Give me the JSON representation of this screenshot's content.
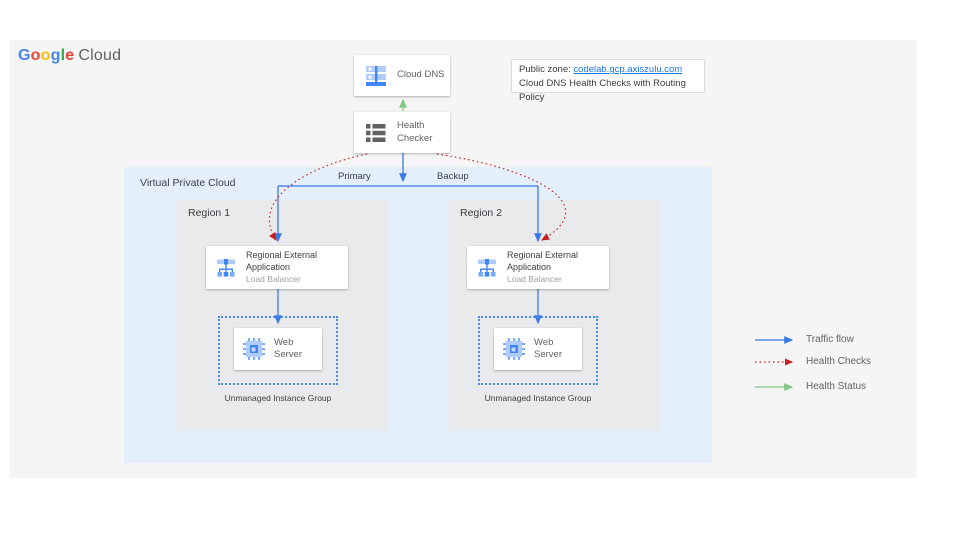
{
  "logo": {
    "google_letters": [
      "G",
      "o",
      "o",
      "g",
      "l",
      "e"
    ],
    "cloud": "Cloud"
  },
  "dns_node": {
    "label": "Cloud DNS"
  },
  "health_checker_node": {
    "label": "Health Checker"
  },
  "public_zone": {
    "prefix": "Public zone: ",
    "link": "codelab.gcp.axiszulu.com",
    "subtitle": "Cloud DNS Health Checks with Routing Policy"
  },
  "vpc": {
    "label": "Virtual Private Cloud"
  },
  "edges": {
    "primary": "Primary",
    "backup": "Backup"
  },
  "regions": [
    {
      "label": "Region 1",
      "load_balancer": {
        "name": "Regional External Application",
        "type": "Load Balancer"
      },
      "server": {
        "name": "Web Server"
      },
      "group": "Unmanaged Instance Group"
    },
    {
      "label": "Region 2",
      "load_balancer": {
        "name": "Regional External Application",
        "type": "Load Balancer"
      },
      "server": {
        "name": "Web Server"
      },
      "group": "Unmanaged Instance Group"
    }
  ],
  "legend": [
    {
      "label": "Traffic flow",
      "style": "solid",
      "color": "#3b78e7"
    },
    {
      "label": "Health Checks",
      "style": "dotted",
      "color": "#c5221f"
    },
    {
      "label": "Health Status",
      "style": "solid",
      "color": "#81c784"
    }
  ],
  "colors": {
    "canvas_bg": "#f5f5f6",
    "vpc_bg": "#e3f0fb",
    "region_bg": "#e9eaec",
    "traffic_flow": "#3b78e7",
    "health_checks": "#c5221f",
    "health_status": "#81c784",
    "link": "#1a73e8"
  }
}
